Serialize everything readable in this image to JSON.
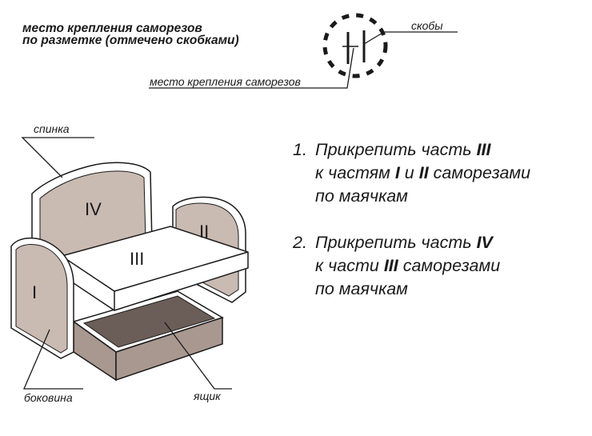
{
  "legend": {
    "top_label_line1": "место крепления саморезов",
    "top_label_line2": "по разметке (отмечено скобками)",
    "staples_label": "скобы",
    "screw_point_label": "место крепления саморезов"
  },
  "parts": {
    "back_label": "спинка",
    "side_label": "боковина",
    "box_label": "ящик",
    "part_I": "I",
    "part_II": "II",
    "part_III": "III",
    "part_IV": "IV"
  },
  "instructions": [
    {
      "number": "1.",
      "line1_text": "Прикрепить часть ",
      "line1_bold": "III",
      "line2_a": "к частям ",
      "line2_b1": "I",
      "line2_mid": " и ",
      "line2_b2": "II",
      "line2_end": " саморезами",
      "line3": "по маячкам"
    },
    {
      "number": "2.",
      "line1_text": "Прикрепить часть ",
      "line1_bold": "IV",
      "line2_a": "к части ",
      "line2_b1": "III",
      "line2_end": " саморезами",
      "line3": "по маячкам"
    }
  ],
  "colors": {
    "panel_fill": "#c9bab2",
    "frame_fill": "#ffffff",
    "box_outer": "#a99890",
    "box_inner": "#6b5d57",
    "stroke": "#1a1a1a"
  }
}
